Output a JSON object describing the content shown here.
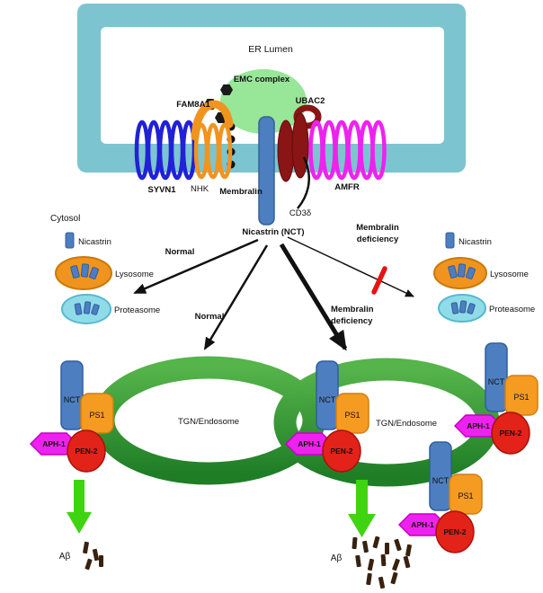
{
  "er": {
    "lumen": "ER Lumen",
    "emc": "EMC complex",
    "fam8a1": "FAM8A1",
    "ubac2": "UBAC2",
    "syvn1": "SYVN1",
    "nhk": "NHK",
    "membralin": "Membralin",
    "amfr": "AMFR",
    "cd3d": "CD3δ"
  },
  "cytosol": {
    "label": "Cytosol",
    "nicastrin_nct": "Nicastrin (NCT)"
  },
  "left_panel": {
    "nicastrin": "Nicastrin",
    "lysosome": "Lysosome",
    "proteasome": "Proteasome"
  },
  "right_panel": {
    "nicastrin": "Nicastrin",
    "lysosome": "Lysosome",
    "proteasome": "Proteasome"
  },
  "pathways": {
    "normal_left": "Normal",
    "normal_mid": "Normal",
    "deficiency_mid_line1": "Membralin",
    "deficiency_mid_line2": "deficiency",
    "deficiency_right_line1": "Membralin",
    "deficiency_right_line2": "deficiency"
  },
  "complex": {
    "nct": "NCT",
    "ps1": "PS1",
    "aph1": "APH-1",
    "pen2": "PEN-2"
  },
  "endosome": {
    "left": "TGN/Endosome",
    "right": "TGN/Endosome"
  },
  "output": {
    "abeta_left": "Aβ",
    "abeta_right": "Aβ"
  },
  "colors": {
    "membrane_teal": "#7cc4d0",
    "emc_green": "#98e698",
    "emc_text_green": "#2eb82e",
    "fam8a1_orange": "#f0941f",
    "ubac2_dark_red": "#8a1515",
    "syvn1_blue": "#2121d6",
    "amfr_magenta": "#ee22ee",
    "membralin_blue": "#4d7ebf",
    "nicastrin_text_blue": "#2a6fb5",
    "lysosome_orange": "#f0941f",
    "proteasome_cyan": "#8fdce8",
    "ring_green": "#2f9e33",
    "secretion_arrow_green": "#3fd410",
    "pathway_label_red": "#e81212",
    "abeta_brown": "#38220f",
    "nct_blue": "#4d7ebf",
    "ps1_orange": "#f59b22",
    "aph1_magenta": "#ee22ee",
    "pen2_red": "#e32219",
    "arrow_black": "#111111"
  }
}
